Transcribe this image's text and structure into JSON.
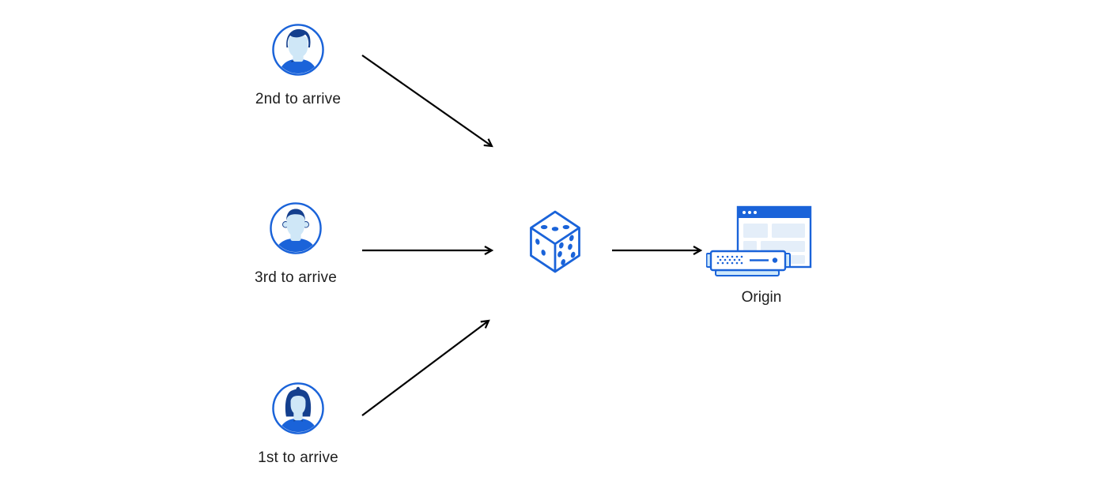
{
  "diagram": {
    "users": [
      {
        "label": "2nd to arrive",
        "icon": "man-pompadour-avatar-icon"
      },
      {
        "label": "3rd to arrive",
        "icon": "man-short-hair-avatar-icon"
      },
      {
        "label": "1st to arrive",
        "icon": "woman-bun-avatar-icon"
      }
    ],
    "router": {
      "icon": "dice-icon",
      "meaning": "random selection"
    },
    "origin": {
      "label": "Origin",
      "icon": "origin-server-icon"
    },
    "colors": {
      "primary_blue": "#1a63d9",
      "dark_navy_hair": "#143f8e",
      "light_face": "#cfe7f7",
      "panel_light_blue": "#e4eef9",
      "server_light_blue": "#cfe9fb",
      "arrow_black": "#000000",
      "label_text": "#1e1e1e"
    }
  }
}
